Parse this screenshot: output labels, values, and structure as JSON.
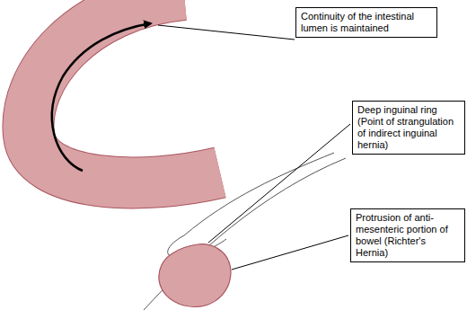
{
  "diagram": {
    "nodes": [
      {
        "text": [
          "Continuity of the intestinal lumen is maintained"
        ]
      },
      {
        "text": [
          "Deep inguinal ring (Point of strangulation of indirect inguinal hernia)"
        ]
      },
      {
        "text": [
          "Protrusion of anti-mesenteric portion of bowel (Richter's Hernia)"
        ]
      }
    ]
  }
}
